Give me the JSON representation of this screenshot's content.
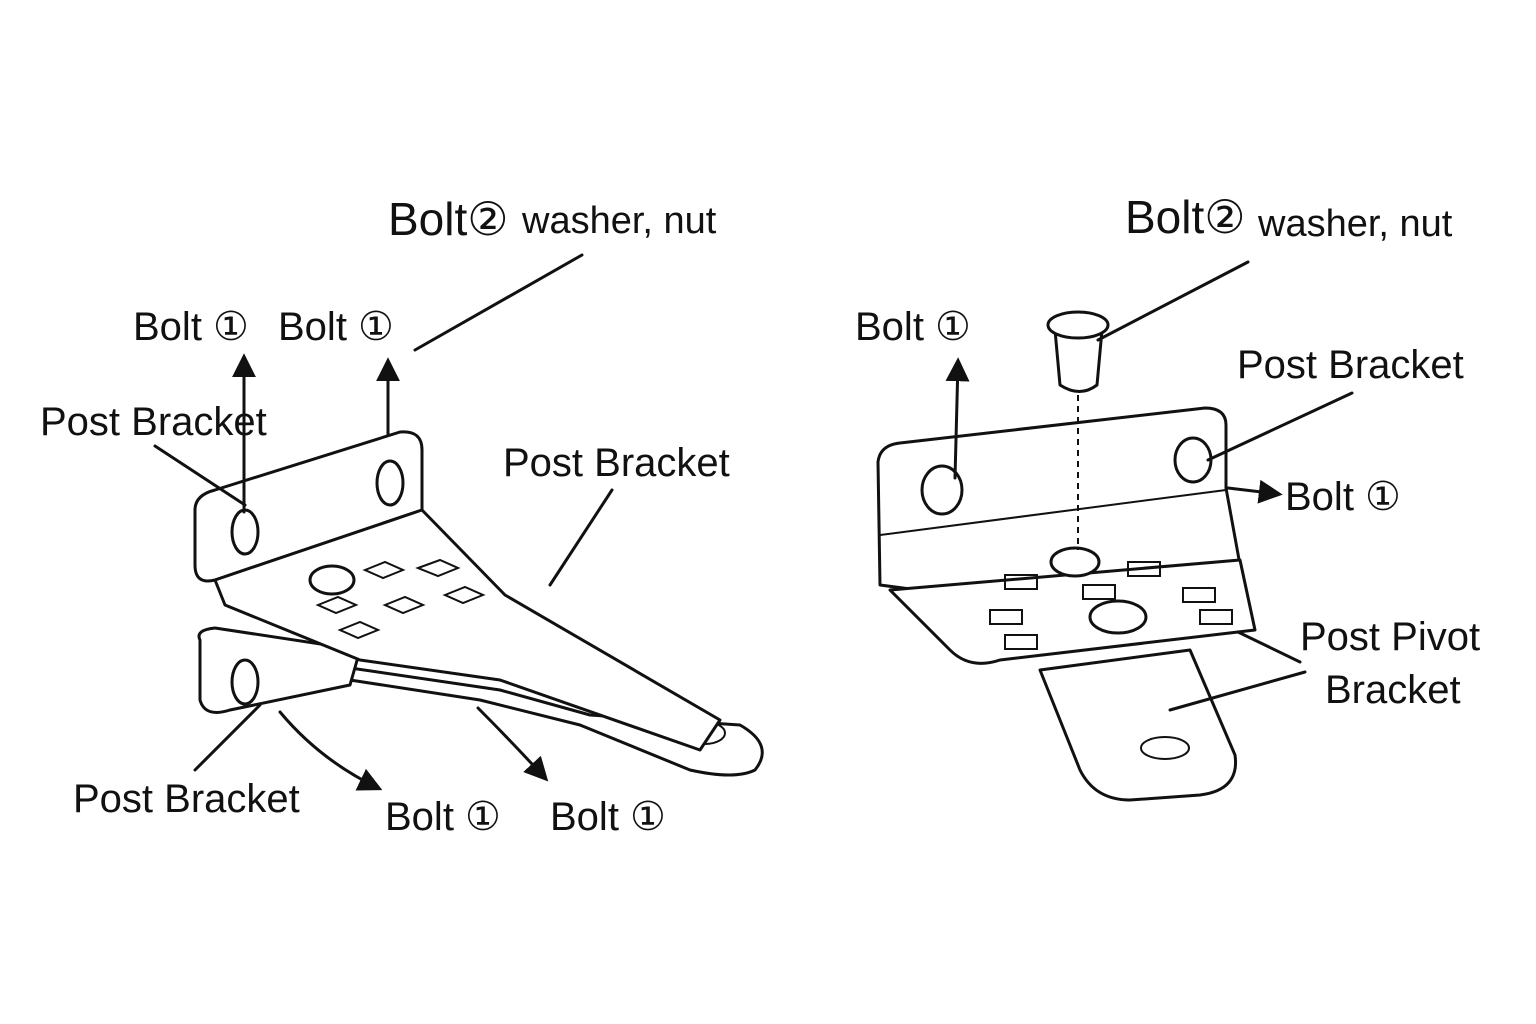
{
  "left_diagram": {
    "bolt2_label": "Bolt②",
    "washer_nut_label": "washer, nut",
    "bolt1_top_a": "Bolt ①",
    "bolt1_top_b": "Bolt ①",
    "post_bracket_upper": "Post Bracket",
    "post_bracket_right": "Post Bracket",
    "post_bracket_lower": "Post Bracket",
    "bolt1_bottom_a": "Bolt ①",
    "bolt1_bottom_b": "Bolt ①"
  },
  "right_diagram": {
    "bolt2_label": "Bolt②",
    "washer_nut_label": "washer, nut",
    "bolt1_left": "Bolt ①",
    "post_bracket": "Post Bracket",
    "bolt1_right": "Bolt ①",
    "post_pivot_line1": "Post Pivot",
    "post_pivot_line2": "Bracket"
  }
}
